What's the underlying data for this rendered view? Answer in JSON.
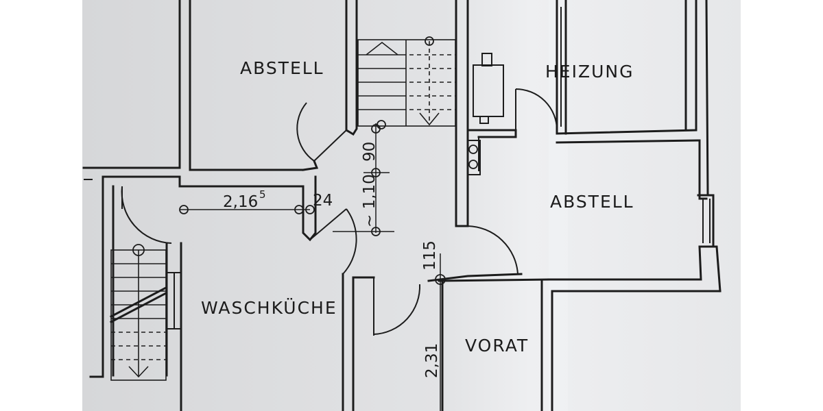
{
  "colors": {
    "paper": "#dedfe1",
    "paper_light": "#ececee",
    "ink": "#1c1c1c",
    "margin": "#ffffff"
  },
  "rooms": {
    "abstell_top": "ABSTELL",
    "heizung": "HEIZUNG",
    "abstell_right": "ABSTELL",
    "waschkueche": "WASCHKÜCHE",
    "vorat": "VORAT"
  },
  "dimensions": {
    "width_216_main": "2,16",
    "width_216_sup": "5",
    "d24": "24",
    "d110": "~ 1,10",
    "d90": "90",
    "d115": "115",
    "d231": "2,31"
  }
}
